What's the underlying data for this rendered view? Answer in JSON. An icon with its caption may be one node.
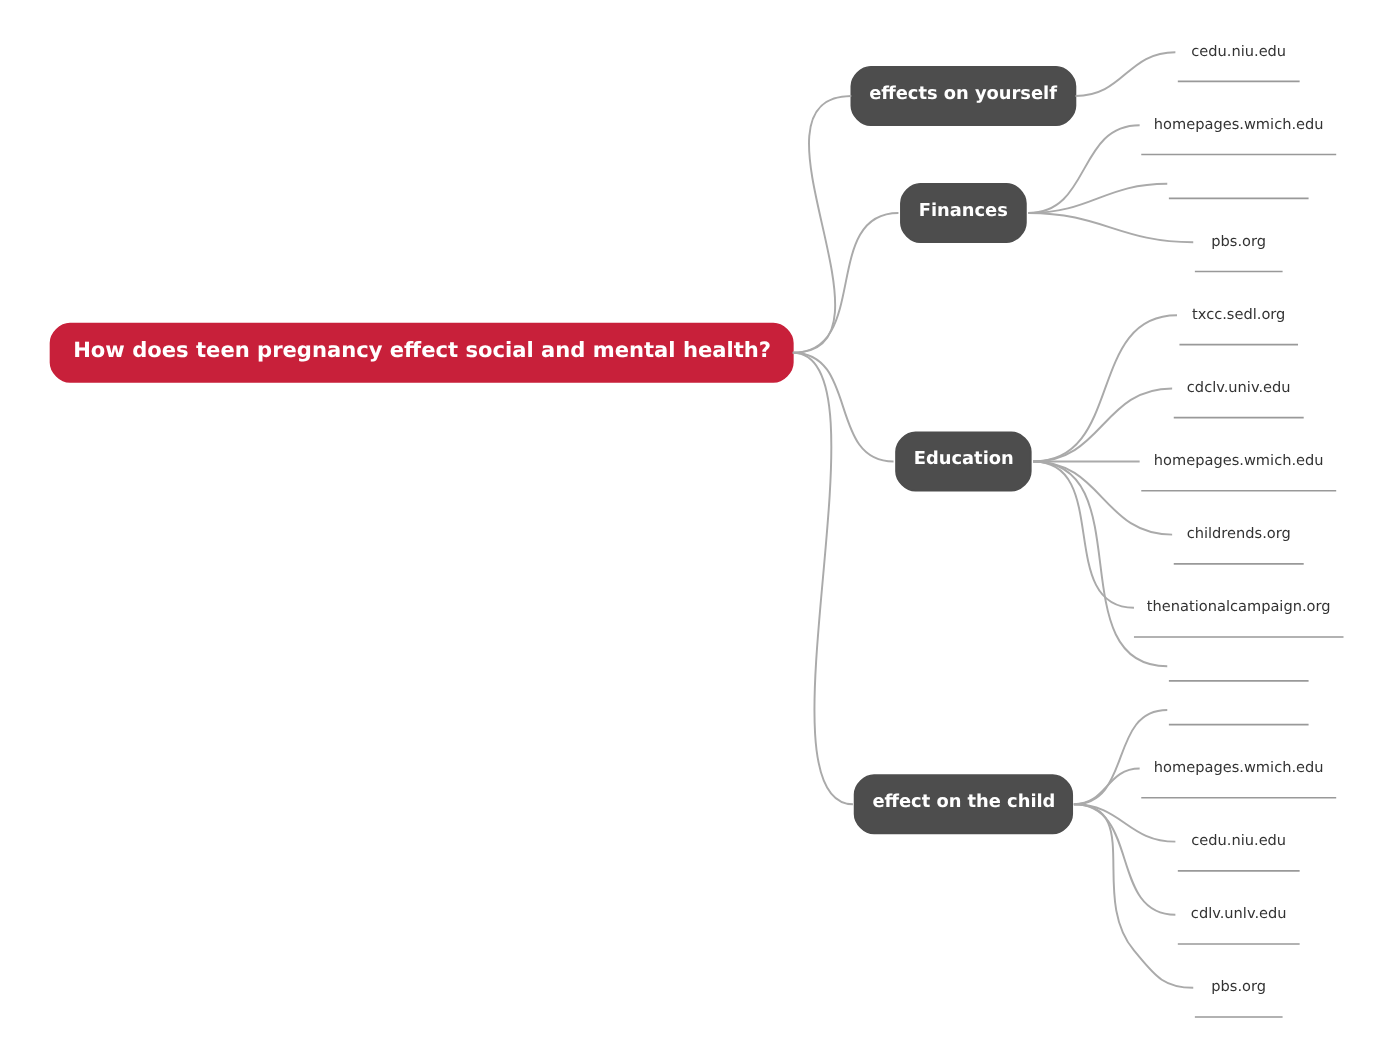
{
  "diagram": {
    "nodes": [
      {
        "text": [
          "How does teen pregnancy effect social and mental health?"
        ]
      },
      {
        "text": [
          "effects on yourself"
        ]
      },
      {
        "text": [
          "cedu.niu.edu"
        ]
      },
      {
        "text": [
          "Finances"
        ]
      },
      {
        "text": [
          "homepages.wmich.edu"
        ]
      },
      {
        "text": [],
        "shape": "line"
      },
      {
        "text": [
          "pbs.org"
        ]
      },
      {
        "text": [
          "Education"
        ]
      },
      {
        "text": [
          "txcc.sedl.org"
        ]
      },
      {
        "text": [
          "cdclv.univ.edu"
        ]
      },
      {
        "text": [
          "homepages.wmich.edu"
        ]
      },
      {
        "text": [
          "childrends.org"
        ]
      },
      {
        "text": [
          "thenationalcampaign.org"
        ]
      },
      {
        "text": [],
        "shape": "line"
      },
      {
        "text": [
          "effect on the child"
        ]
      },
      {
        "text": [],
        "shape": "line"
      },
      {
        "text": [
          "homepages.wmich.edu"
        ]
      },
      {
        "text": [
          "cedu.niu.edu"
        ]
      },
      {
        "text": [
          "cdlv.unlv.edu"
        ]
      },
      {
        "text": [
          "pbs.org"
        ]
      }
    ],
    "edges": [
      {
        "from": 0,
        "to": 1,
        "arrow": "none"
      },
      {
        "from": 1,
        "to": 2,
        "arrow": "none"
      },
      {
        "from": 0,
        "to": 3,
        "arrow": "none"
      },
      {
        "from": 3,
        "to": 4,
        "arrow": "none"
      },
      {
        "from": 3,
        "to": 5,
        "arrow": "none"
      },
      {
        "from": 3,
        "to": 6,
        "arrow": "none"
      },
      {
        "from": 0,
        "to": 7,
        "arrow": "none"
      },
      {
        "from": 7,
        "to": 8,
        "arrow": "none"
      },
      {
        "from": 7,
        "to": 9,
        "arrow": "none"
      },
      {
        "from": 7,
        "to": 10,
        "arrow": "none"
      },
      {
        "from": 7,
        "to": 11,
        "arrow": "none"
      },
      {
        "from": 7,
        "to": 12,
        "arrow": "none"
      },
      {
        "from": 7,
        "to": 13,
        "arrow": "none"
      },
      {
        "from": 0,
        "to": 14,
        "arrow": "none"
      },
      {
        "from": 14,
        "to": 15,
        "arrow": "none"
      },
      {
        "from": 14,
        "to": 16,
        "arrow": "none"
      },
      {
        "from": 14,
        "to": 17,
        "arrow": "none"
      },
      {
        "from": 14,
        "to": 18,
        "arrow": "none"
      },
      {
        "from": 14,
        "to": 19,
        "arrow": "none"
      }
    ]
  }
}
